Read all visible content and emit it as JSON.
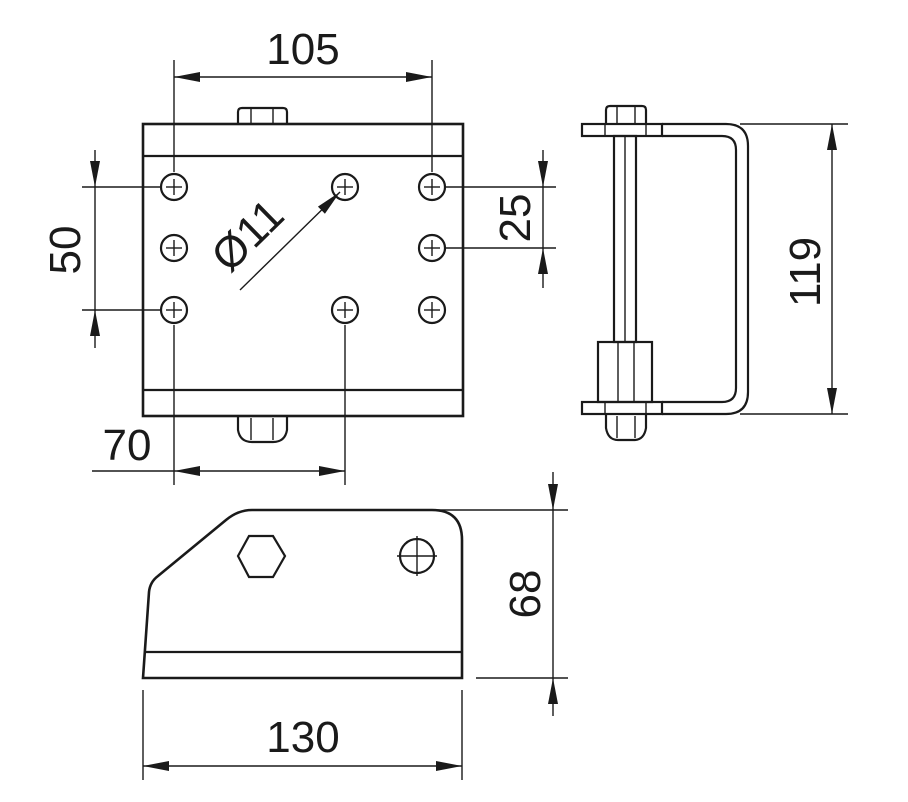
{
  "dimensions": {
    "plate_width": "105",
    "hole_vertical_span": "50",
    "hole_spacing": "25",
    "hole_diameter": "Ø11",
    "hole_horizontal_offset": "70",
    "bracket_height": "119",
    "side_height": "68",
    "base_length": "130"
  },
  "colors": {
    "line": "#1a1a1a",
    "background": "#ffffff"
  }
}
